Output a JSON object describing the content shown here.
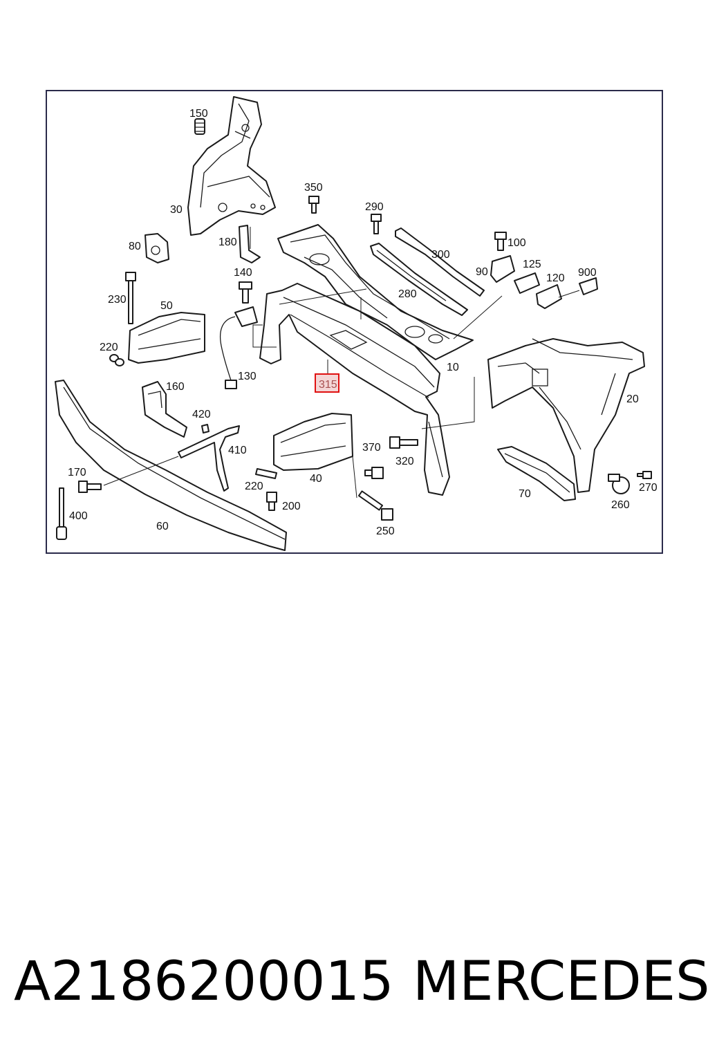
{
  "diagram": {
    "highlighted_label": "315",
    "labels": {
      "l10": "10",
      "l20": "20",
      "l30": "30",
      "l40": "40",
      "l50": "50",
      "l60": "60",
      "l70": "70",
      "l80": "80",
      "l90": "90",
      "l100": "100",
      "l120": "120",
      "l125": "125",
      "l130": "130",
      "l140": "140",
      "l150": "150",
      "l160": "160",
      "l170": "170",
      "l180": "180",
      "l200": "200",
      "l220a": "220",
      "l220b": "220",
      "l230": "230",
      "l250": "250",
      "l260": "260",
      "l270": "270",
      "l280": "280",
      "l290": "290",
      "l300": "300",
      "l320": "320",
      "l350": "350",
      "l370": "370",
      "l400": "400",
      "l410": "410",
      "l420": "420",
      "l900": "900"
    }
  },
  "footer": {
    "part_number": "A2186200015",
    "brand": "MERCEDES"
  }
}
